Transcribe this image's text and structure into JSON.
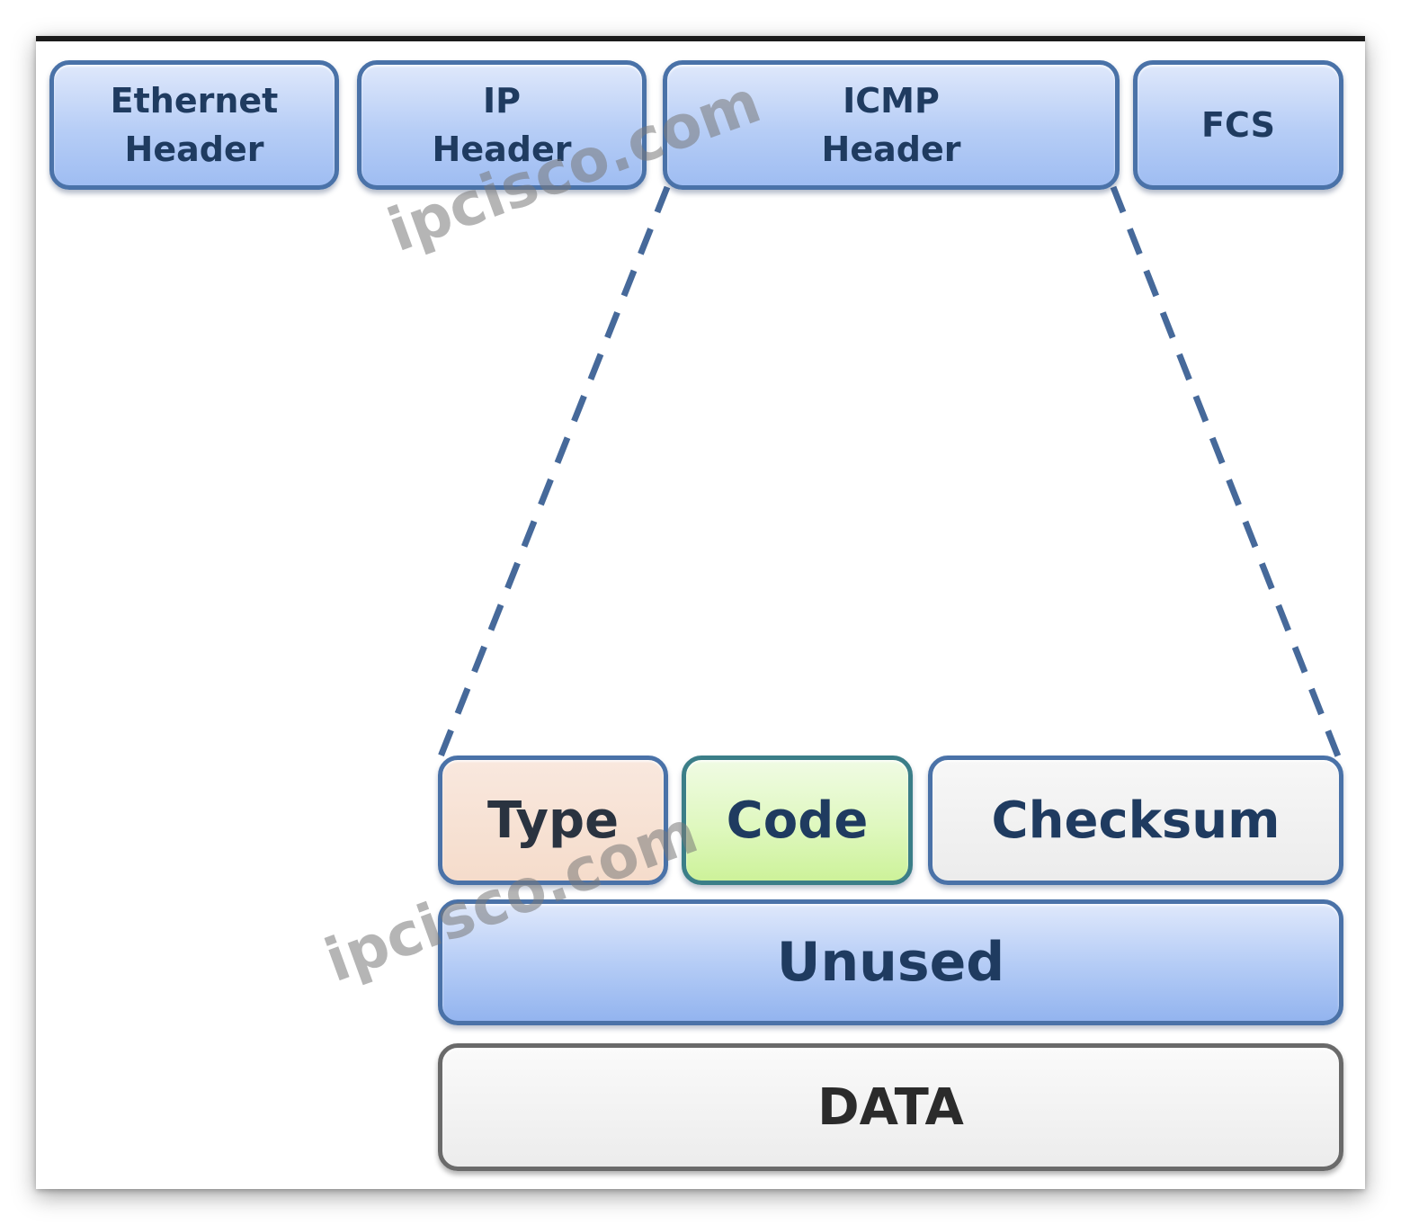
{
  "top_row": {
    "ethernet": "Ethernet\nHeader",
    "ip": "IP\nHeader",
    "icmp": "ICMP\nHeader",
    "fcs": "FCS"
  },
  "icmp_fields": {
    "type": "Type",
    "code": "Code",
    "checksum": "Checksum",
    "unused": "Unused",
    "data": "DATA"
  },
  "watermarks": [
    "ipcisco.com",
    "ipcisco.com"
  ],
  "colors": {
    "header_border": "#4a72a8",
    "header_fill": "#b6cdf6",
    "type_fill": "#f5dccb",
    "code_fill": "#dff8bf",
    "checksum_fill": "#ececec",
    "data_border": "#6a6a6a",
    "text": "#1f3b60"
  }
}
